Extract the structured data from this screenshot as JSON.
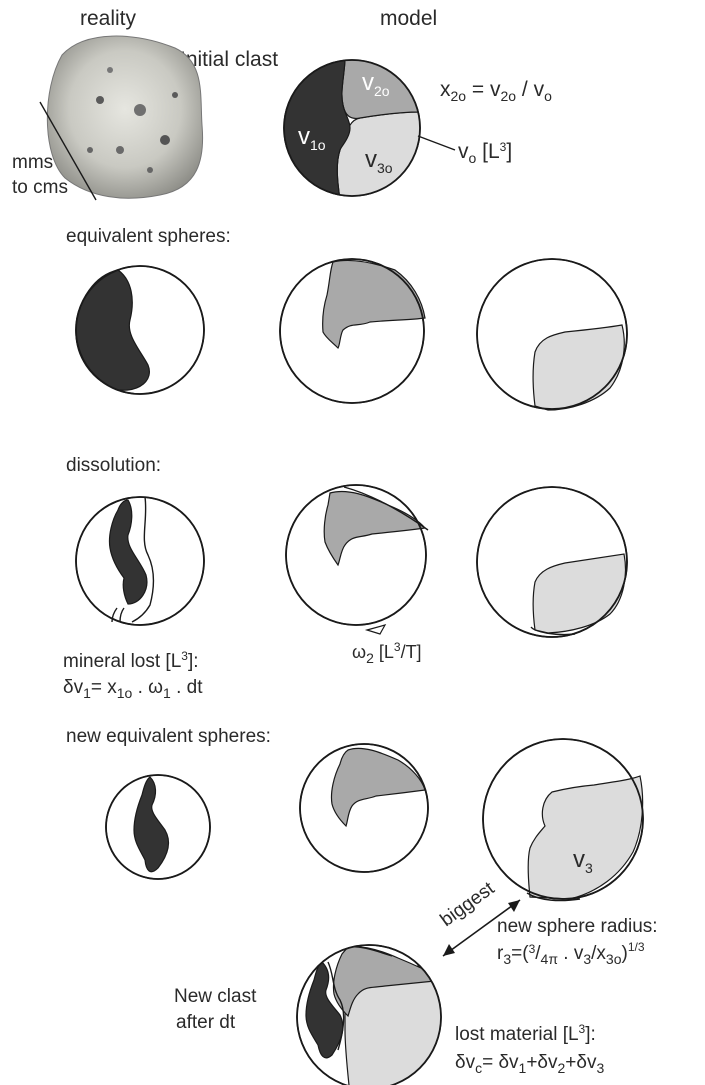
{
  "headers": {
    "reality": "reality",
    "model": "model",
    "initial_clast": "Initial clast",
    "mms": "mms",
    "to_cms": "to cms"
  },
  "formulas": {
    "x2o_lhs": "x",
    "x2o_sub": "2o",
    "x2o_eq": " = v",
    "x2o_sub2": "2o",
    "x2o_rhs": " / v",
    "x2o_sub3": "o",
    "vo_label": "v",
    "vo_sub": "o",
    "vo_unit": " [L",
    "vo_unit_sup": "3",
    "vo_unit_end": "]"
  },
  "regions": {
    "v1o_main": "v",
    "v1o_sub": "1o",
    "v2o_main": "v",
    "v2o_sub": "2o",
    "v3o_main": "v",
    "v3o_sub": "3o",
    "v3_main": "v",
    "v3_sub": "3"
  },
  "sections": {
    "equivalent": "equivalent spheres:",
    "dissolution": "dissolution:",
    "new_equivalent": "new equivalent spheres:"
  },
  "dissolution": {
    "omega2_main": "ω",
    "omega2_sub": "2",
    "omega2_unit": " [L",
    "omega2_unit_sup": "3",
    "omega2_unit_end": "/T]",
    "mineral_lost": "mineral lost [L",
    "mineral_lost_sup": "3",
    "mineral_lost_end": "]:",
    "dv1_a": "δv",
    "dv1_sub1": "1",
    "dv1_b": "= x",
    "dv1_sub2": "1o",
    "dv1_c": " . ω",
    "dv1_sub3": "1",
    "dv1_d": " . dt"
  },
  "final": {
    "biggest": "biggest",
    "new_radius": "new sphere radius:",
    "r3_a": "r",
    "r3_sub": "3",
    "r3_b": "=(",
    "r3_sup3": "3",
    "r3_slash": "/",
    "r3_4pi": "4π",
    "r3_c": " . v",
    "r3_sub_v3": "3",
    "r3_d": "/x",
    "r3_sub_x3o": "3o",
    "r3_e": ")",
    "r3_exp": "1/3",
    "new_clast_1": "New clast",
    "new_clast_2": "after dt",
    "lost_material": "lost material [L",
    "lost_material_sup": "3",
    "lost_material_end": "]:",
    "dvc_a": "δv",
    "dvc_sub": "c",
    "dvc_b": "= δv",
    "dvc_sub1": "1",
    "dvc_c": "+δv",
    "dvc_sub2": "2",
    "dvc_d": "+δv",
    "dvc_sub3": "3"
  },
  "colors": {
    "dark_mineral": "#333333",
    "mid_mineral": "#a9a9a9",
    "light_mineral": "#dcdcdc",
    "rock": "#c8c8c0"
  }
}
